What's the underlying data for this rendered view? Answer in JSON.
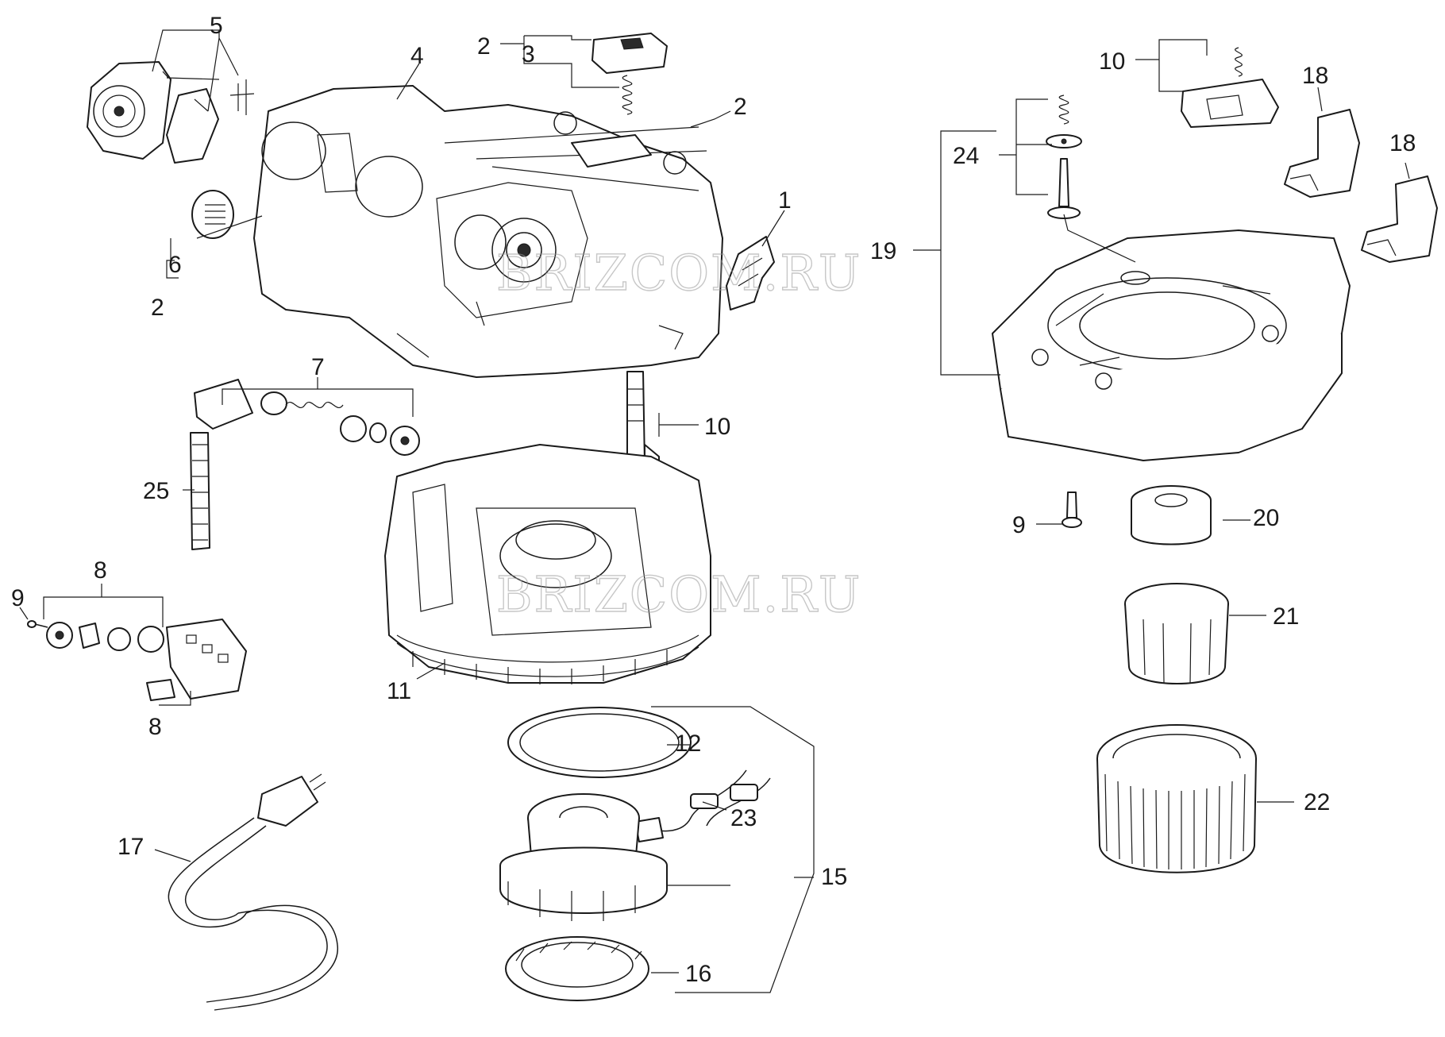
{
  "watermark": "BRIZCOM.RU",
  "callouts": {
    "n1": "1",
    "n2a": "2",
    "n2b": "2",
    "n2c": "2",
    "n3": "3",
    "n4": "4",
    "n5": "5",
    "n6": "6",
    "n7": "7",
    "n8a": "8",
    "n8b": "8",
    "n9a": "9",
    "n9b": "9",
    "n10a": "10",
    "n10b": "10",
    "n11": "11",
    "n12": "12",
    "n15": "15",
    "n16": "16",
    "n17": "17",
    "n18a": "18",
    "n18b": "18",
    "n19": "19",
    "n20": "20",
    "n21": "21",
    "n22": "22",
    "n23": "23",
    "n24": "24",
    "n25": "25"
  },
  "colors": {
    "line": "#1a1a1a",
    "background": "#ffffff",
    "watermark": "#9a9a9a"
  }
}
